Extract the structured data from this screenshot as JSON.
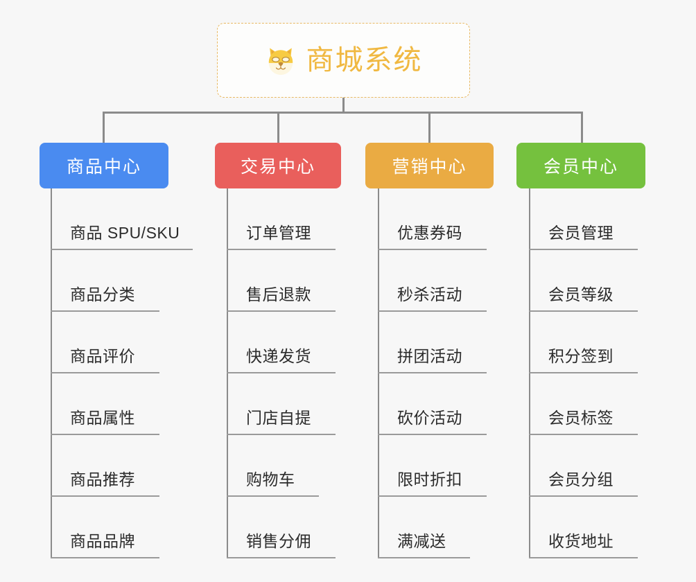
{
  "page": {
    "background_color": "#f7f7f7",
    "type": "mindmap"
  },
  "root": {
    "label": "商城系统",
    "icon": "shiba-dog-face-emoji",
    "text_color": "#f0b841",
    "border_color": "#e8b861",
    "background_color": "#fdfdfc"
  },
  "branches": [
    {
      "id": "product-center",
      "label": "商品中心",
      "color": "#4a8bf0",
      "items": [
        "商品 SPU/SKU",
        "商品分类",
        "商品评价",
        "商品属性",
        "商品推荐",
        "商品品牌"
      ]
    },
    {
      "id": "trade-center",
      "label": "交易中心",
      "color": "#e95f5c",
      "items": [
        "订单管理",
        "售后退款",
        "快递发货",
        "门店自提",
        "购物车",
        "销售分佣"
      ]
    },
    {
      "id": "marketing-center",
      "label": "营销中心",
      "color": "#eaab43",
      "items": [
        "优惠券码",
        "秒杀活动",
        "拼团活动",
        "砍价活动",
        "限时折扣",
        "满减送"
      ]
    },
    {
      "id": "member-center",
      "label": "会员中心",
      "color": "#75c13e",
      "items": [
        "会员管理",
        "会员等级",
        "积分签到",
        "会员标签",
        "会员分组",
        "收货地址"
      ]
    }
  ]
}
